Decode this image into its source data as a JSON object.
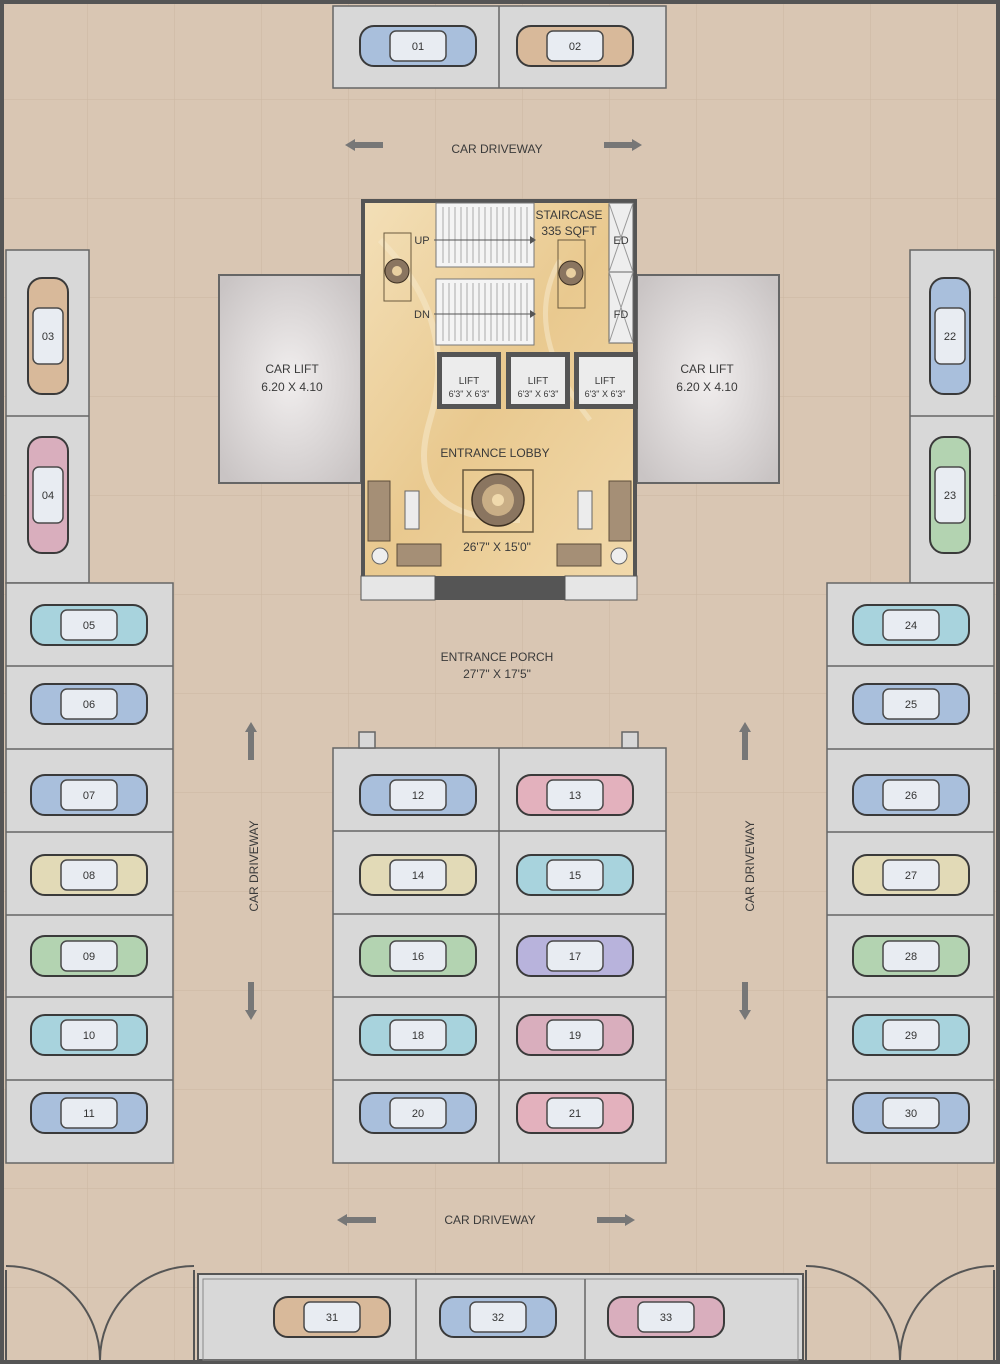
{
  "labels": {
    "car_driveway_top": "CAR DRIVEWAY",
    "car_driveway_left": "CAR DRIVEWAY",
    "car_driveway_right": "CAR DRIVEWAY",
    "car_driveway_bottom": "CAR DRIVEWAY",
    "staircase": "STAIRCASE",
    "staircase_area": "335 SQFT",
    "up": "UP",
    "dn": "DN",
    "ed": "ED",
    "fd": "FD",
    "car_lift_left": "CAR LIFT",
    "car_lift_left_size": "6.20 X 4.10",
    "car_lift_right": "CAR LIFT",
    "car_lift_right_size": "6.20 X 4.10",
    "lift_1": "LIFT",
    "lift_1_size": "6'3\" X 6'3\"",
    "lift_2": "LIFT",
    "lift_2_size": "6'3\" X 6'3\"",
    "lift_3": "LIFT",
    "lift_3_size": "6'3\" X 6'3\"",
    "entrance_lobby": "ENTRANCE LOBBY",
    "entrance_lobby_size": "26'7\" X 15'0\"",
    "entrance_porch": "ENTRANCE PORCH",
    "entrance_porch_size": "27'7\" X 17'5\""
  },
  "car_labels": {
    "c01": "01",
    "c02": "02",
    "c03": "03",
    "c04": "04",
    "c05": "05",
    "c06": "06",
    "c07": "07",
    "c08": "08",
    "c09": "09",
    "c10": "10",
    "c11": "11",
    "c12": "12",
    "c13": "13",
    "c14": "14",
    "c15": "15",
    "c16": "16",
    "c17": "17",
    "c18": "18",
    "c19": "19",
    "c20": "20",
    "c21": "21",
    "c22": "22",
    "c23": "23",
    "c24": "24",
    "c25": "25",
    "c26": "26",
    "c27": "27",
    "c28": "28",
    "c29": "29",
    "c30": "30",
    "c31": "31",
    "c32": "32",
    "c33": "33"
  },
  "colors": {
    "floor": "#d9c6b3",
    "bay": "#d8d8d8",
    "lift_shaft": "#d9d6d6",
    "lobby": "#efd6a2",
    "wall": "#555555",
    "car_blue": "#a9bfdc",
    "car_tan": "#d8b99a",
    "car_pink": "#d9aebd",
    "car_cyan": "#a8d3dd",
    "car_beige": "#e2dab7",
    "car_green": "#b3d3b1",
    "car_purple": "#b8b3dc",
    "car_rose": "#e3b1bd"
  }
}
